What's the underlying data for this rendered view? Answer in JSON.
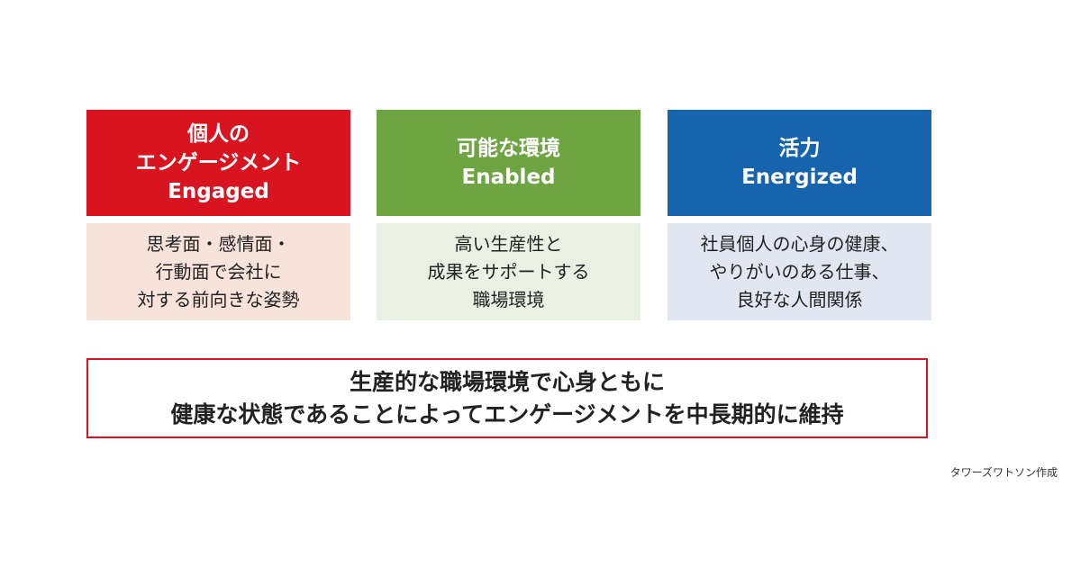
{
  "colors": {
    "engaged_head": "#d7141f",
    "engaged_body": "#f8e3da",
    "enabled_head": "#6ea542",
    "enabled_body": "#ebf1e2",
    "energized_head": "#1664ad",
    "energized_body": "#e1e6f1",
    "summary_border": "#d7141f"
  },
  "cards": [
    {
      "head": [
        "個人の",
        "エンゲージメント",
        "Engaged"
      ],
      "body": [
        "思考面・感情面・",
        "行動面で会社に",
        "対する前向きな姿勢"
      ]
    },
    {
      "head": [
        "可能な環境",
        "Enabled"
      ],
      "body": [
        "高い生産性と",
        "成果をサポートする",
        "職場環境"
      ]
    },
    {
      "head": [
        "活力",
        "Energized"
      ],
      "body": [
        "社員個人の心身の健康、",
        "やりがいのある仕事、",
        "良好な人間関係"
      ]
    }
  ],
  "summary": {
    "lines": [
      "生産的な職場環境で心身ともに",
      "健康な状態であることによってエンゲージメントを中長期的に維持"
    ]
  },
  "credit": "タワーズワトソン作成"
}
